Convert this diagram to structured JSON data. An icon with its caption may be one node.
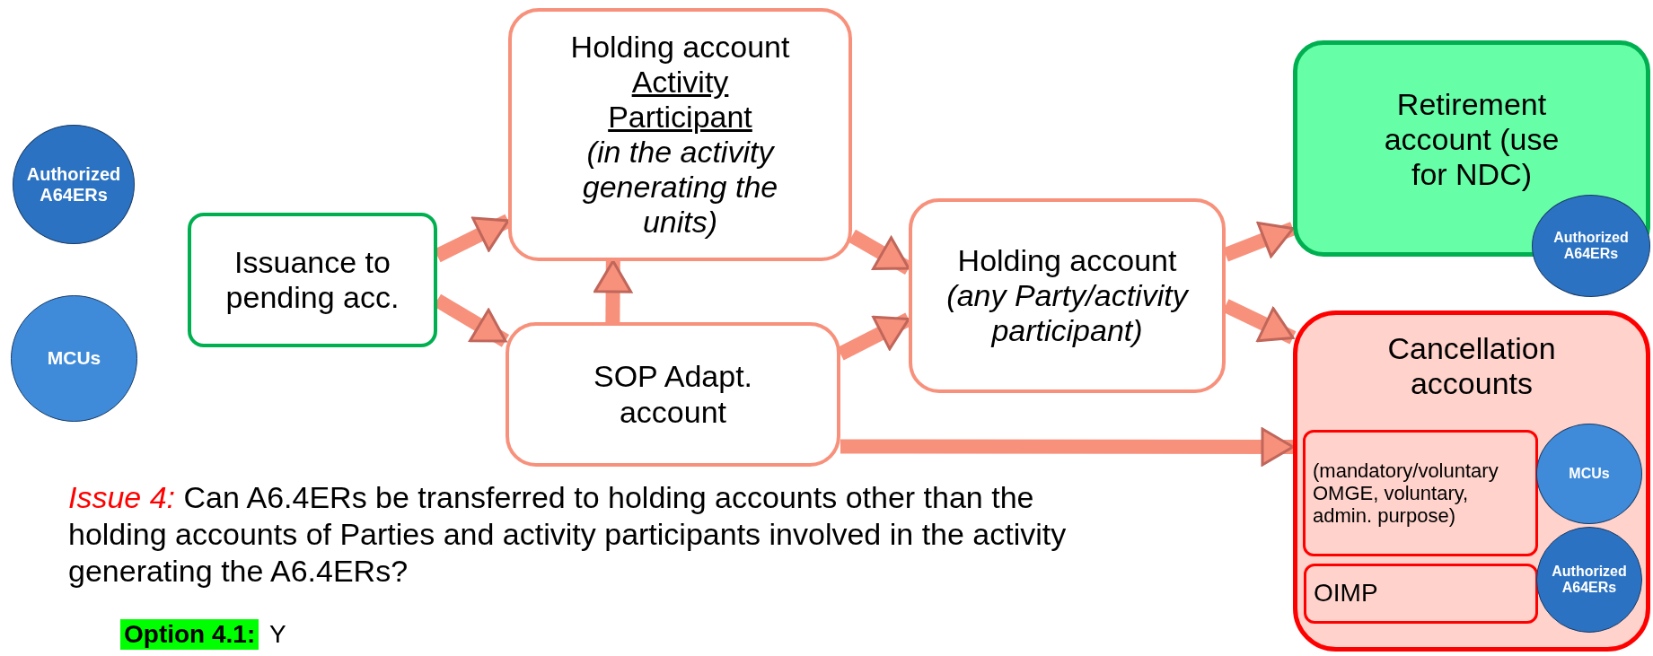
{
  "diagram": {
    "nodes": [
      {
        "text": [
          "Authorized A64ERs"
        ]
      },
      {
        "text": [
          "MCUs"
        ]
      },
      {
        "text": [
          "Issuance to pending acc."
        ]
      },
      {
        "text": [
          "Holding account",
          "Activity Participant",
          "(in the activity generating the units)"
        ]
      },
      {
        "text": [
          "SOP Adapt. account"
        ]
      },
      {
        "text": [
          "Holding account",
          "(any Party/activity participant)"
        ]
      },
      {
        "text": [
          "Retirement account (use for NDC)"
        ]
      },
      {
        "text": [
          "Authorized A64ERs"
        ]
      },
      {
        "text": [
          "Cancellation accounts"
        ]
      },
      {
        "text": [
          "(mandatory/voluntary OMGE, voluntary, admin. purpose)"
        ],
        "in": 8
      },
      {
        "text": [
          "OIMP"
        ],
        "in": 8
      },
      {
        "text": [
          "MCUs"
        ],
        "in": 8
      },
      {
        "text": [
          "Authorized A64ERs"
        ],
        "in": 8
      }
    ],
    "edges": [
      {
        "from": 2,
        "to": 3,
        "arrow": "to"
      },
      {
        "from": 2,
        "to": 4,
        "arrow": "to"
      },
      {
        "from": 4,
        "to": 3,
        "arrow": "to"
      },
      {
        "from": 3,
        "to": 5,
        "arrow": "to"
      },
      {
        "from": 4,
        "to": 5,
        "arrow": "to"
      },
      {
        "from": 5,
        "to": 6,
        "arrow": "to"
      },
      {
        "from": 5,
        "to": 8,
        "arrow": "to"
      },
      {
        "from": 4,
        "to": 8,
        "arrow": "to"
      }
    ],
    "labels": [
      "*Issue 4:* Can A6.4ERs be transferred to holding accounts other than the holding accounts of Parties and activity participants involved in the activity generating the A6.4ERs?",
      "Option 4.1:",
      "Y"
    ]
  }
}
